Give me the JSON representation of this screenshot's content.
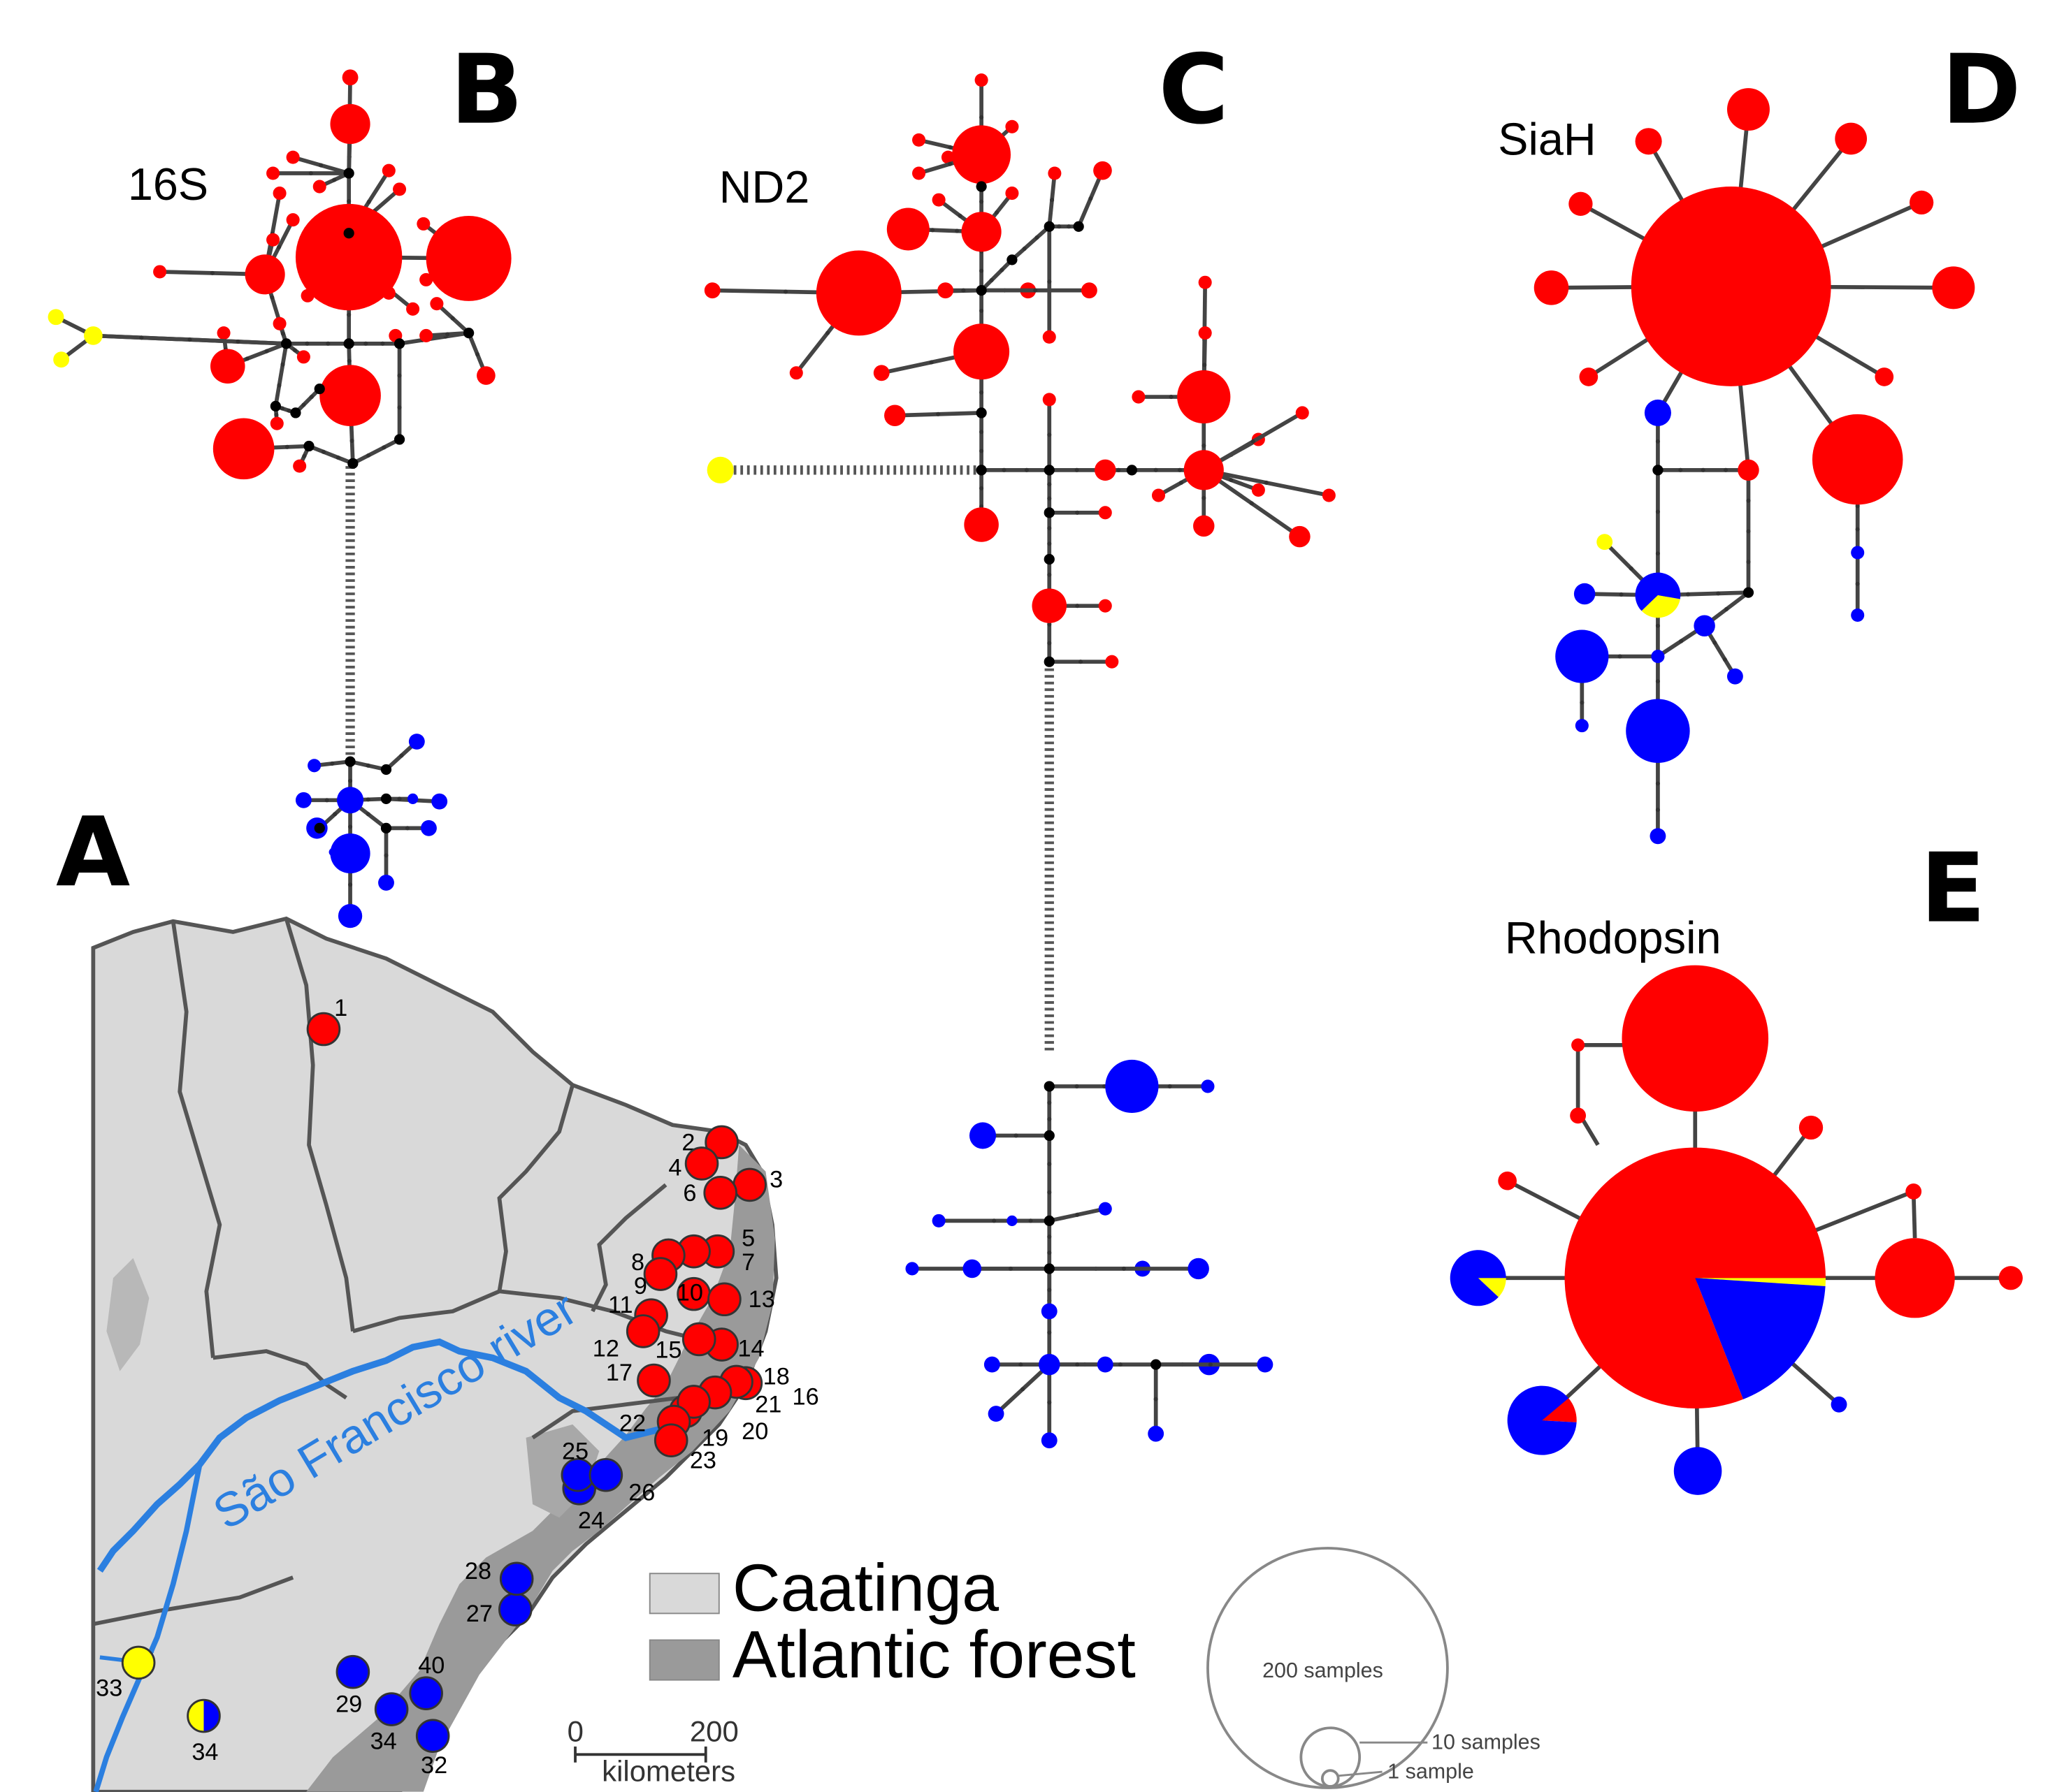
{
  "colors": {
    "red": "#ff0000",
    "blue": "#0000ff",
    "yellow": "#ffff00",
    "median": "#000000",
    "caatinga": "#d9d9d9",
    "atlantic_forest": "#9a9a9a",
    "river": "#2b7fe0"
  },
  "panels": {
    "A": {
      "letter": "A"
    },
    "B": {
      "letter": "B",
      "gene": "16S"
    },
    "C": {
      "letter": "C",
      "gene": "ND2"
    },
    "D": {
      "letter": "D",
      "gene": "SiaH"
    },
    "E": {
      "letter": "E",
      "gene": "Rhodopsin"
    }
  },
  "map": {
    "river_label": "São Francisco river",
    "legend": [
      {
        "label": "Caatinga",
        "color": "#d9d9d9"
      },
      {
        "label": "Atlantic forest",
        "color": "#9a9a9a"
      }
    ],
    "scale": {
      "start": "0",
      "end": "200",
      "unit": "kilometers"
    },
    "sites": [
      {
        "id": "1",
        "color": "red"
      },
      {
        "id": "2",
        "color": "red"
      },
      {
        "id": "3",
        "color": "red"
      },
      {
        "id": "4",
        "color": "red"
      },
      {
        "id": "5",
        "color": "red"
      },
      {
        "id": "6",
        "color": "red"
      },
      {
        "id": "7",
        "color": "red"
      },
      {
        "id": "8",
        "color": "red"
      },
      {
        "id": "9",
        "color": "red"
      },
      {
        "id": "10",
        "color": "red"
      },
      {
        "id": "11",
        "color": "red"
      },
      {
        "id": "12",
        "color": "red"
      },
      {
        "id": "13",
        "color": "red"
      },
      {
        "id": "14",
        "color": "red"
      },
      {
        "id": "15",
        "color": "red"
      },
      {
        "id": "16",
        "color": "red"
      },
      {
        "id": "17",
        "color": "red"
      },
      {
        "id": "18",
        "color": "red"
      },
      {
        "id": "19",
        "color": "red"
      },
      {
        "id": "20",
        "color": "red"
      },
      {
        "id": "21",
        "color": "red"
      },
      {
        "id": "22",
        "color": "red"
      },
      {
        "id": "23",
        "color": "red"
      },
      {
        "id": "24",
        "color": "blue"
      },
      {
        "id": "25",
        "color": "blue"
      },
      {
        "id": "26",
        "color": "blue"
      },
      {
        "id": "27",
        "color": "blue"
      },
      {
        "id": "28",
        "color": "blue"
      },
      {
        "id": "29",
        "color": "blue"
      },
      {
        "id": "32",
        "color": "blue"
      },
      {
        "id": "33",
        "color": "yellow"
      },
      {
        "id": "34",
        "color": "blue+yellow"
      },
      {
        "id": "34",
        "color": "blue"
      },
      {
        "id": "40",
        "color": "blue"
      }
    ]
  },
  "size_legend": {
    "large": "200 samples",
    "medium": "10 samples",
    "small": "1 sample"
  }
}
